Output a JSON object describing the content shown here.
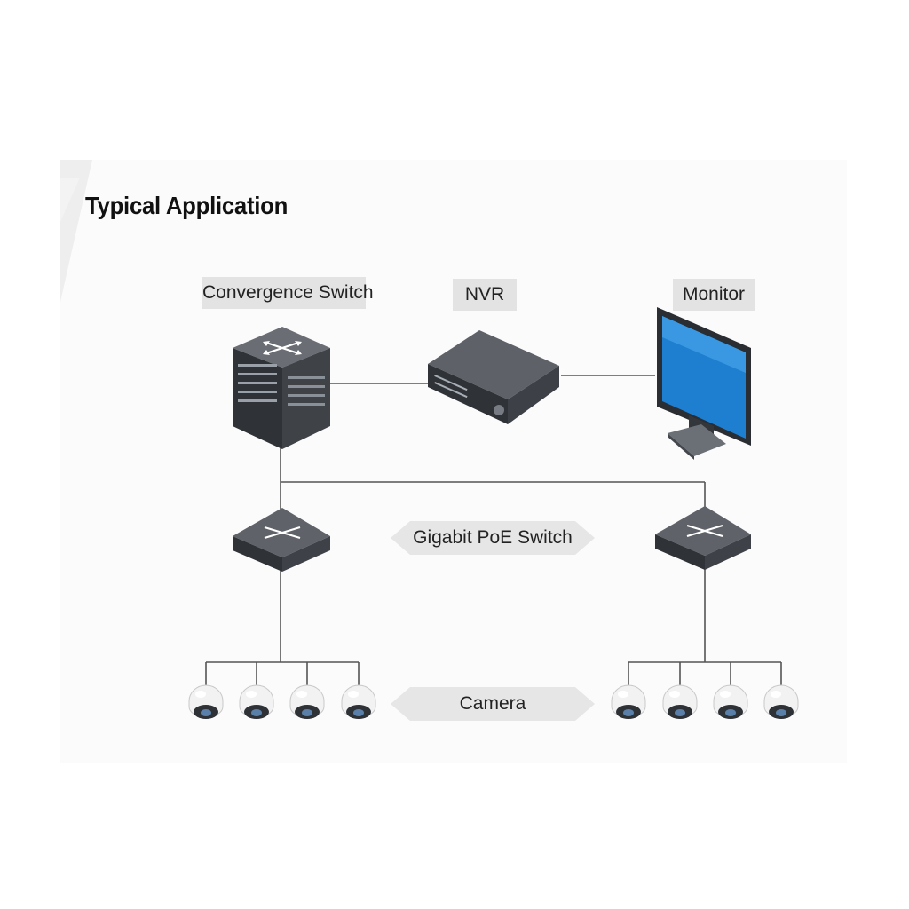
{
  "title": "Typical Application",
  "devices": {
    "convergence_switch": "Convergence Switch",
    "nvr": "NVR",
    "monitor": "Monitor"
  },
  "callouts": {
    "poe_switch": "Gigabit PoE Switch",
    "camera": "Camera"
  },
  "colors": {
    "device_dark": "#3a3d42",
    "device_top": "#5a5e64",
    "monitor_screen": "#1e7fd0",
    "wire": "#555555",
    "label_bg": "#e3e3e3"
  }
}
